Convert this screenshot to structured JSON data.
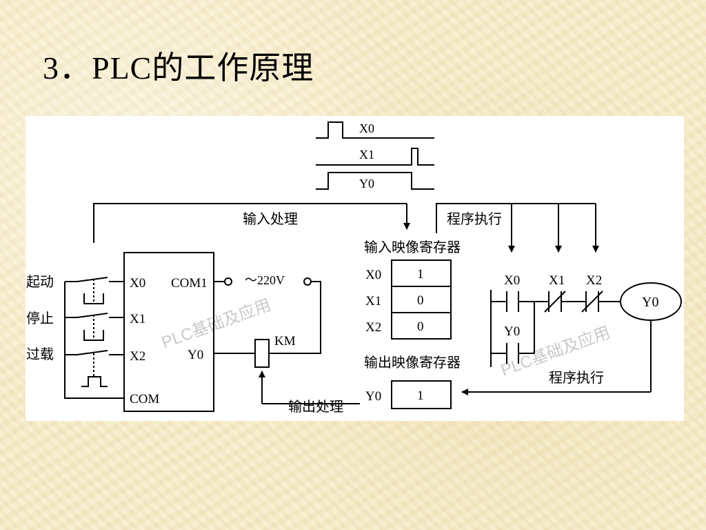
{
  "slide": {
    "title": "3．PLC的工作原理"
  },
  "timing": {
    "x0": "X0",
    "x1": "X1",
    "y0": "Y0"
  },
  "flow": {
    "input_processing": "输入处理",
    "program_execution": "程序执行",
    "output_processing": "输出处理"
  },
  "external": {
    "start": "起动",
    "stop": "停止",
    "overload": "过载"
  },
  "plc": {
    "x0": "X0",
    "x1": "X1",
    "x2": "X2",
    "com": "COM",
    "com1": "COM1",
    "y0": "Y0",
    "power": "～220V",
    "km": "KM"
  },
  "input_image": {
    "title": "输入映像寄存器",
    "rows": [
      {
        "label": "X0",
        "value": "1"
      },
      {
        "label": "X1",
        "value": "0"
      },
      {
        "label": "X2",
        "value": "0"
      }
    ]
  },
  "output_image": {
    "title": "输出映像寄存器",
    "label": "Y0",
    "value": "1"
  },
  "ladder": {
    "x0": "X0",
    "x1": "X1",
    "x2": "X2",
    "y0_contact": "Y0",
    "coil": "Y0"
  },
  "watermark": "PLC基础及应用",
  "colors": {
    "background": "#f6ebc6",
    "panel": "#ffffff",
    "ink": "#000000",
    "watermark": "#c9c9c9"
  }
}
